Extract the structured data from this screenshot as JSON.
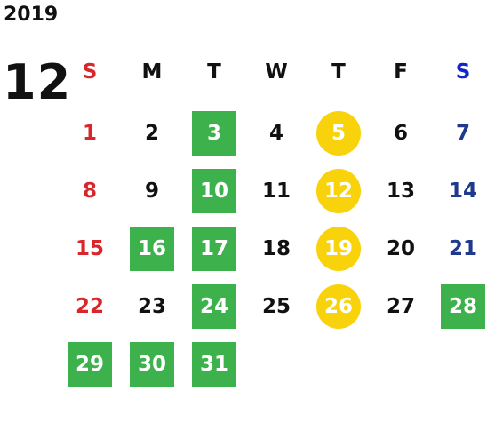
{
  "header": {
    "year": "2019",
    "month": "12"
  },
  "weekdays": [
    "S",
    "M",
    "T",
    "W",
    "T",
    "F",
    "S"
  ],
  "weeks": [
    [
      {
        "day": "1",
        "mark": ""
      },
      {
        "day": "2",
        "mark": ""
      },
      {
        "day": "3",
        "mark": "green"
      },
      {
        "day": "4",
        "mark": ""
      },
      {
        "day": "5",
        "mark": "yellow"
      },
      {
        "day": "6",
        "mark": ""
      },
      {
        "day": "7",
        "mark": ""
      }
    ],
    [
      {
        "day": "8",
        "mark": ""
      },
      {
        "day": "9",
        "mark": ""
      },
      {
        "day": "10",
        "mark": "green"
      },
      {
        "day": "11",
        "mark": ""
      },
      {
        "day": "12",
        "mark": "yellow"
      },
      {
        "day": "13",
        "mark": ""
      },
      {
        "day": "14",
        "mark": ""
      }
    ],
    [
      {
        "day": "15",
        "mark": ""
      },
      {
        "day": "16",
        "mark": "green"
      },
      {
        "day": "17",
        "mark": "green"
      },
      {
        "day": "18",
        "mark": ""
      },
      {
        "day": "19",
        "mark": "yellow"
      },
      {
        "day": "20",
        "mark": ""
      },
      {
        "day": "21",
        "mark": ""
      }
    ],
    [
      {
        "day": "22",
        "mark": ""
      },
      {
        "day": "23",
        "mark": ""
      },
      {
        "day": "24",
        "mark": "green"
      },
      {
        "day": "25",
        "mark": ""
      },
      {
        "day": "26",
        "mark": "yellow"
      },
      {
        "day": "27",
        "mark": ""
      },
      {
        "day": "28",
        "mark": "green"
      }
    ],
    [
      {
        "day": "29",
        "mark": "green"
      },
      {
        "day": "30",
        "mark": "green"
      },
      {
        "day": "31",
        "mark": "green"
      },
      {
        "day": "",
        "mark": ""
      },
      {
        "day": "",
        "mark": ""
      },
      {
        "day": "",
        "mark": ""
      },
      {
        "day": "",
        "mark": ""
      }
    ]
  ],
  "colors": {
    "sunday": "#d9262a",
    "saturday": "#1f3a8c",
    "saturday_header": "#1226c8",
    "green_mark": "#3db14b",
    "yellow_mark": "#f8d20a"
  }
}
